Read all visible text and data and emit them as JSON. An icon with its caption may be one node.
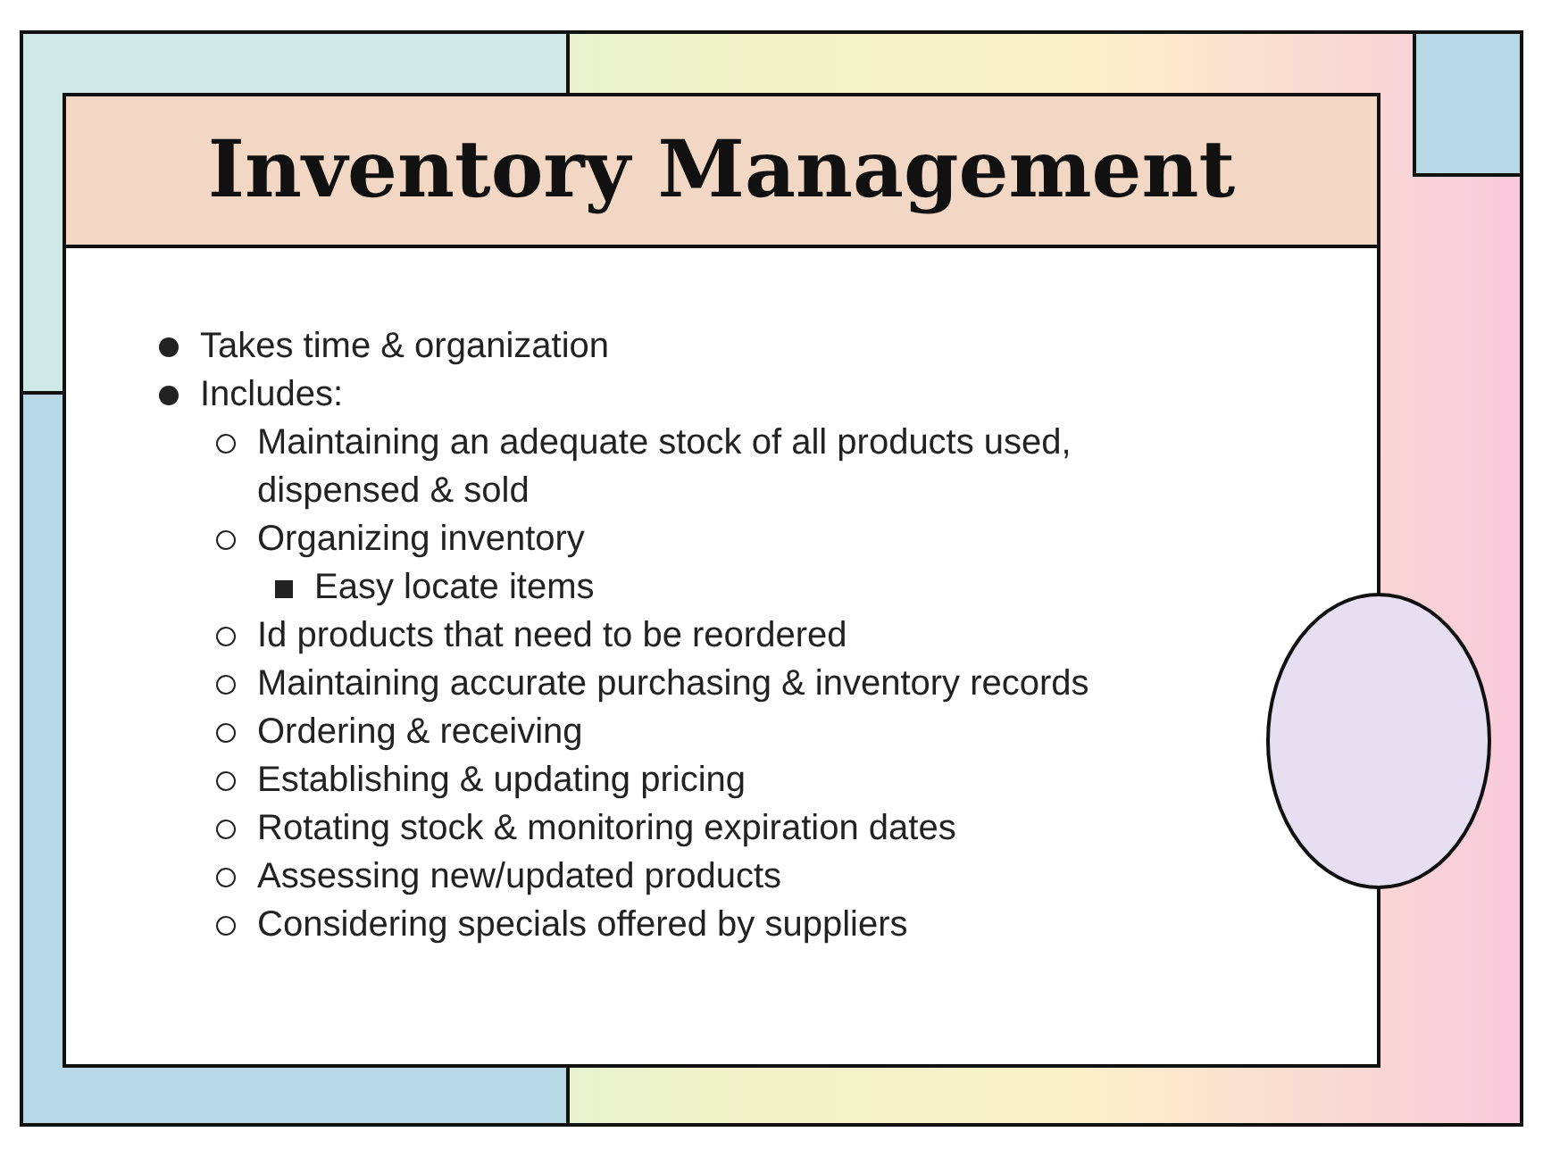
{
  "diagram": {
    "title": "Inventory Management",
    "nodes": [
      {
        "text": [
          "Takes time & organization",
          "Includes:",
          "Maintaining an adequate stock of all products used, dispensed & sold",
          "Organizing inventory",
          "Easy locate items",
          "Id products that need to be reordered",
          "Maintaining accurate purchasing & inventory records",
          "Ordering & receiving",
          "Establishing & updating pricing",
          "Rotating stock & monitoring expiration dates",
          "Assessing new/updated products",
          "Considering specials offered by suppliers"
        ]
      }
    ],
    "edges": []
  }
}
